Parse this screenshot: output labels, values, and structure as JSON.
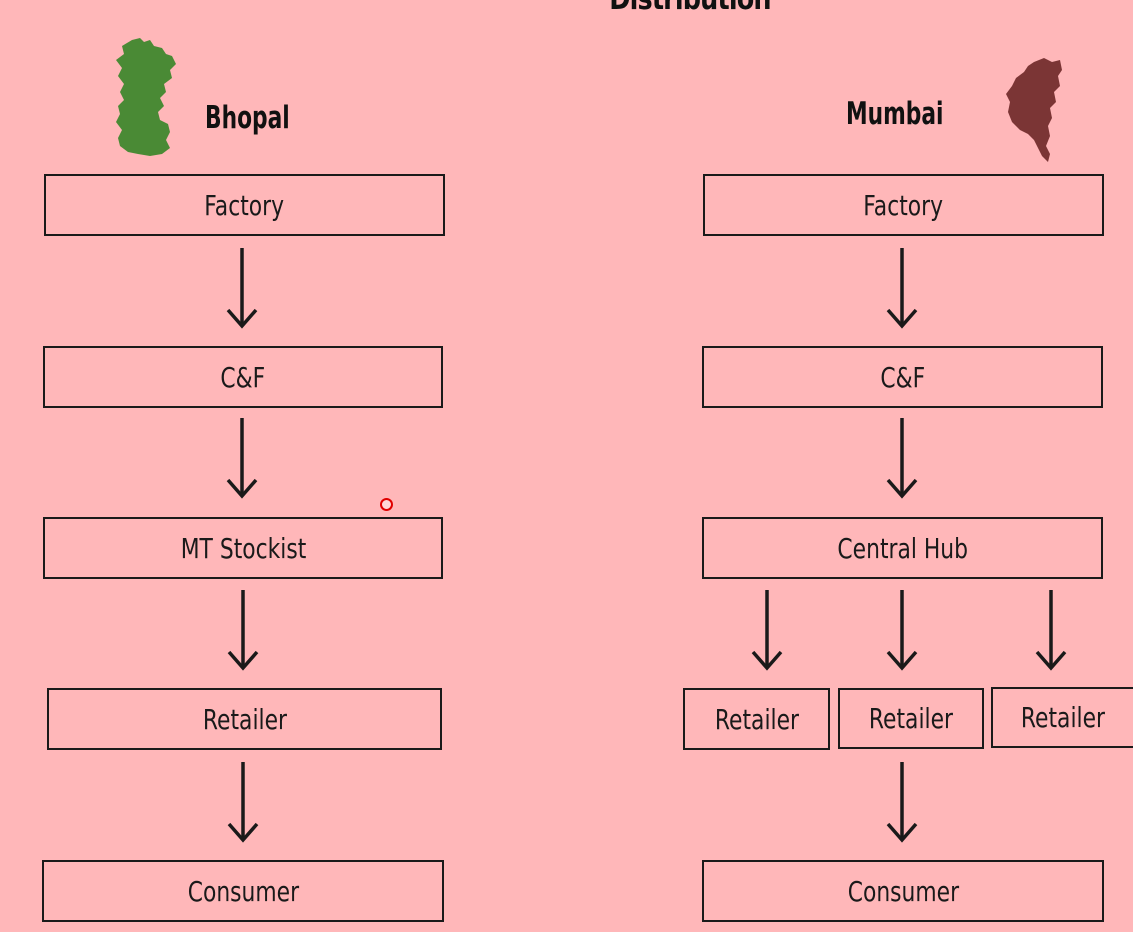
{
  "title": "Distribution",
  "colors": {
    "background": "#ffb7b9",
    "bhopal_map": "#4a8a35",
    "mumbai_map": "#7b3535",
    "stroke": "#1a1a1a",
    "cursor": "#e00000"
  },
  "left": {
    "city": "Bhopal",
    "map_icon": "bhopal-map-icon",
    "boxes": {
      "factory": "Factory",
      "cf": "C&F",
      "mt_stockist": "MT Stockist",
      "retailer": "Retailer",
      "consumer": "Consumer"
    }
  },
  "right": {
    "city": "Mumbai",
    "map_icon": "mumbai-map-icon",
    "boxes": {
      "factory": "Factory",
      "cf": "C&F",
      "central_hub": "Central Hub",
      "retailer_1": "Retailer",
      "retailer_2": "Retailer",
      "retailer_3": "Retailer",
      "consumer": "Consumer"
    }
  }
}
